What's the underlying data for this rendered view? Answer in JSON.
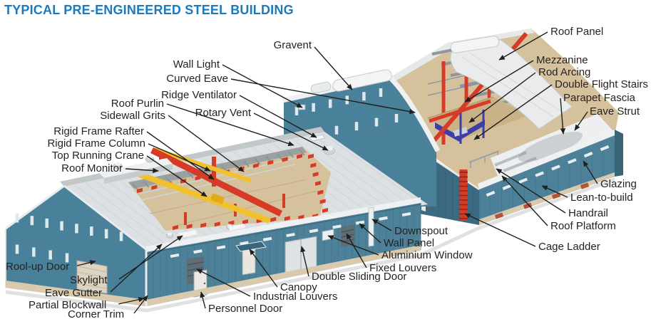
{
  "title": {
    "text": "TYPICAL PRE-ENGINEERED STEEL BUILDING"
  },
  "labels": {
    "gravent": {
      "text": "Gravent"
    },
    "roof_panel": {
      "text": "Roof Panel"
    },
    "mezzanine": {
      "text": "Mezzanine"
    },
    "rod_arcing": {
      "text": "Rod Arcing"
    },
    "double_flight_stairs": {
      "text": "Double Flight Stairs"
    },
    "parapet_fascia": {
      "text": "Parapet Fascia"
    },
    "eave_strut": {
      "text": "Eave Strut"
    },
    "wall_light": {
      "text": "Wall Light"
    },
    "curved_eave": {
      "text": "Curved Eave"
    },
    "ridge_ventilator": {
      "text": "Ridge Ventilator"
    },
    "rotary_vent": {
      "text": "Rotary Vent"
    },
    "roof_purlin": {
      "text": "Roof Purlin"
    },
    "sidewall_grits": {
      "text": "Sidewall Grits"
    },
    "rigid_frame_rafter": {
      "text": "Rigid Frame Rafter"
    },
    "rigid_frame_column": {
      "text": "Rigid Frame Column"
    },
    "top_running_crane": {
      "text": "Top Running Crane"
    },
    "roof_monitor": {
      "text": "Roof Monitor"
    },
    "glazing": {
      "text": "Glazing"
    },
    "lean_to_build": {
      "text": "Lean-to-build"
    },
    "handrail": {
      "text": "Handrail"
    },
    "roof_platform": {
      "text": "Roof Platform"
    },
    "cage_ladder": {
      "text": "Cage Ladder"
    },
    "downspout": {
      "text": "Downspout"
    },
    "wall_panel": {
      "text": "Wall Panel"
    },
    "aluminium_window": {
      "text": "Aluminium Window"
    },
    "fixed_louvers": {
      "text": "Fixed Louvers"
    },
    "double_sliding_door": {
      "text": "Double Sliding Door"
    },
    "canopy": {
      "text": "Canopy"
    },
    "industrial_louvers": {
      "text": "Industrial Louvers"
    },
    "personnel_door": {
      "text": "Personnel Door"
    },
    "rool_up_door": {
      "text": "Rool-up Door"
    },
    "skylight": {
      "text": "Skylight"
    },
    "eave_gutter": {
      "text": "Eave Gutter"
    },
    "partial_blockwall": {
      "text": "Partial Blockwall"
    },
    "corner_trim": {
      "text": "Corner Trim"
    }
  },
  "colors": {
    "title_blue": "#1b79bd",
    "label_ink": "#262222",
    "leader_line": "#1f1f1f",
    "wall_teal": "#4d8199",
    "wall_teal_dark": "#3c6a80",
    "gable_teal": "#49809a",
    "roof_gray": "#dde0e2",
    "roof_light": "#eef0f1",
    "roof_shade": "#c6cbce",
    "floor_tan": "#d5c29c",
    "mezzanine_tan": "#c9b286",
    "blockwall_tan": "#d9c9ad",
    "frame_red": "#d53b27",
    "crane_yellow": "#f0c12c",
    "stairs_blue": "#3e3ea8",
    "metal_white": "#f3f4f5"
  }
}
